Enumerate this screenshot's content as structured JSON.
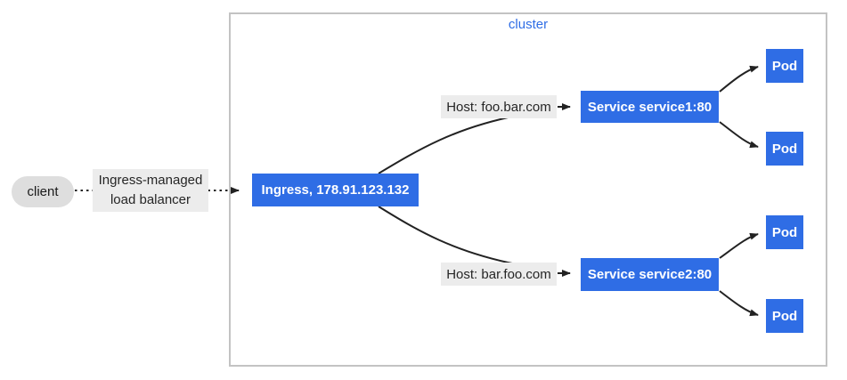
{
  "diagram": {
    "title": "ingress-fanout-diagram",
    "client": {
      "label": "client"
    },
    "client_edge": {
      "label": "Ingress-managed load balancer"
    },
    "cluster": {
      "label": "cluster"
    },
    "ingress": {
      "label": "Ingress, 178.91.123.132"
    },
    "routes": [
      {
        "host_label": "Host: foo.bar.com",
        "service_label": "Service service1:80",
        "pods": [
          "Pod",
          "Pod"
        ]
      },
      {
        "host_label": "Host: bar.foo.com",
        "service_label": "Service service2:80",
        "pods": [
          "Pod",
          "Pod"
        ]
      }
    ],
    "colors": {
      "node_blue": "#2f6de5",
      "node_text": "#ffffff",
      "edge_label_bg": "#ececec",
      "client_fill": "#dedede",
      "cluster_border": "#c3c3c3",
      "cluster_label_color": "#2f6de5",
      "arrow_color": "#222222"
    }
  }
}
